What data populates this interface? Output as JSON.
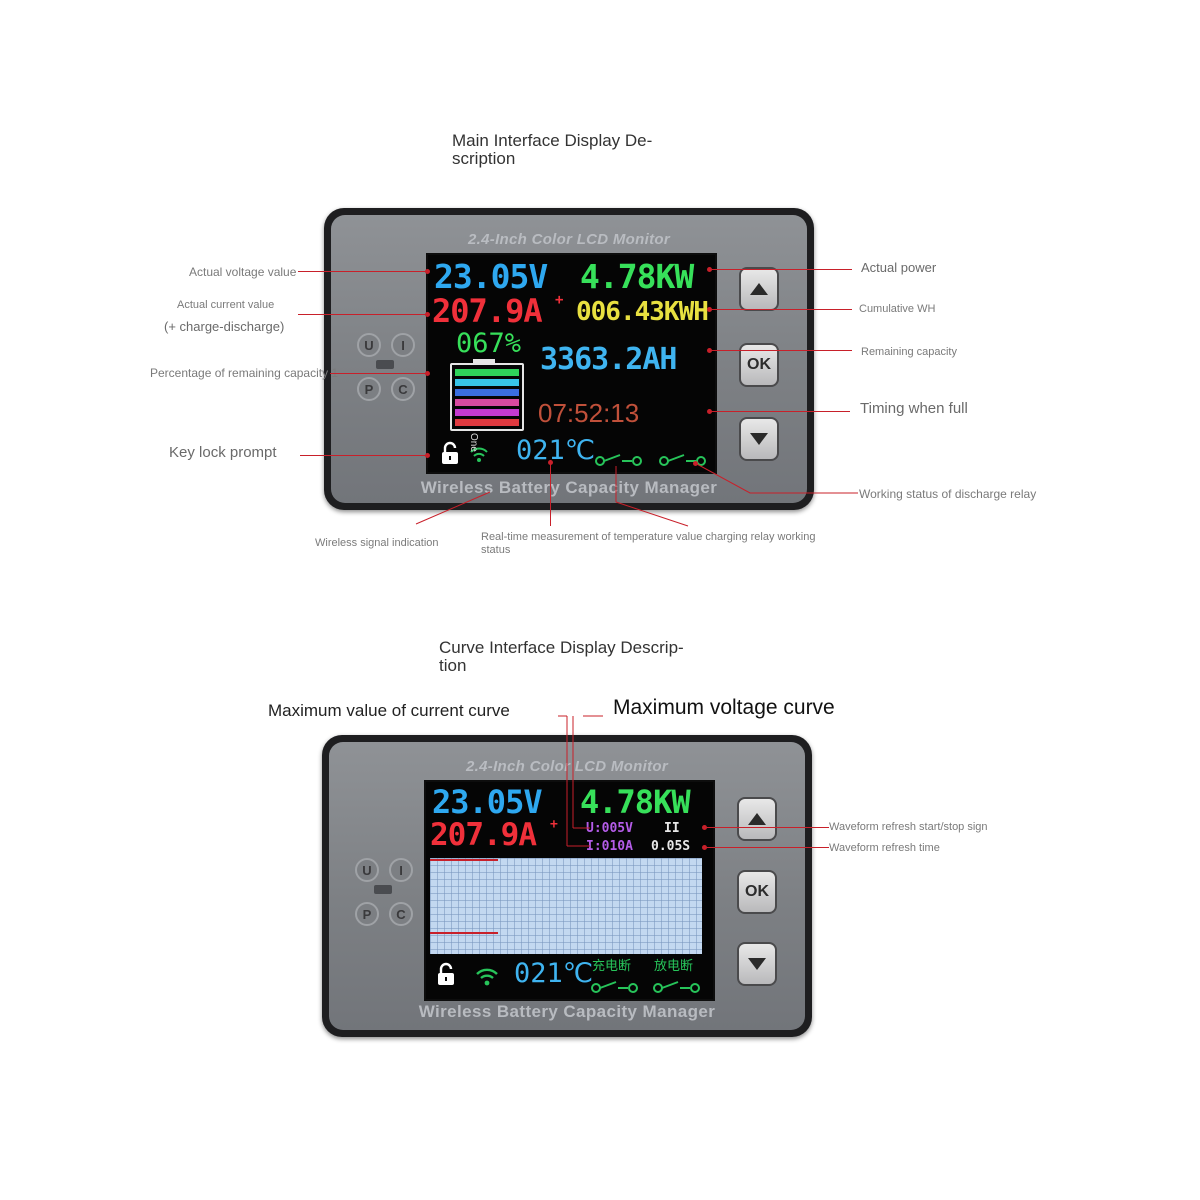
{
  "main_section": {
    "title_line1": "Main Interface Display De-",
    "title_line2": "scription",
    "device_title": "2.4-Inch Color LCD Monitor",
    "device_footer": "Wireless Battery Capacity Manager",
    "screen": {
      "voltage": "23.05V",
      "power": "4.78KW",
      "current": "207.9A",
      "current_sign": "+",
      "energy": "006.43KWH",
      "percent": "067%",
      "capacity": "3363.2AH",
      "timer": "07:52:13",
      "temperature": "021℃",
      "wireless_text": "One"
    },
    "side_keys": [
      "U",
      "I",
      "P",
      "C"
    ],
    "buttons": {
      "ok": "OK"
    },
    "labels": {
      "voltage": "Actual voltage value",
      "current": "Actual current value",
      "current_note": "(+ charge-discharge)",
      "percent": "Percentage of remaining capacity 1",
      "key_lock": "Key lock prompt",
      "power": "Actual power",
      "cumulative": "Cumulative WH",
      "remaining": "Remaining capacity",
      "timing": "Timing when full",
      "discharge_relay": "Working status of discharge relay",
      "wireless": "Wireless signal indication",
      "temperature_line1": "Real-time measurement of temperature value charging relay working",
      "temperature_line2": "status"
    }
  },
  "curve_section": {
    "title_line1": "Curve Interface Display Descrip-",
    "title_line2": "tion",
    "device_title": "2.4-Inch Color LCD Monitor",
    "device_footer": "Wireless Battery Capacity Manager",
    "screen": {
      "voltage": "23.05V",
      "power": "4.78KW",
      "current": "207.9A",
      "current_sign": "+",
      "u_max": "U:005V",
      "i_max": "I:010A",
      "pause": "II",
      "refresh_time": "0.05S",
      "temperature": "021℃",
      "charge_off": "充电断",
      "discharge_off": "放电断"
    },
    "side_keys": [
      "U",
      "I",
      "P",
      "C"
    ],
    "buttons": {
      "ok": "OK"
    },
    "labels": {
      "max_current": "Maximum value of current curve",
      "max_voltage": "Maximum voltage curve",
      "refresh_sign": "Waveform refresh start/stop sign",
      "refresh_time": "Waveform refresh time"
    }
  },
  "colors": {
    "voltage": "#2ea8f0",
    "power": "#37e05a",
    "current": "#f0303a",
    "energy": "#e8e040",
    "capacity": "#3fb4f0",
    "timer": "#c0503a",
    "relay": "#27c45a",
    "curve_param": "#b45ce8",
    "annotation_line": "#c8202a"
  },
  "battery_levels": [
    {
      "color": "#2fd25a"
    },
    {
      "color": "#38c4e8"
    },
    {
      "color": "#3a6ee0"
    },
    {
      "color": "#d84aa0"
    },
    {
      "color": "#c43ad0"
    },
    {
      "color": "#e03a40"
    }
  ]
}
